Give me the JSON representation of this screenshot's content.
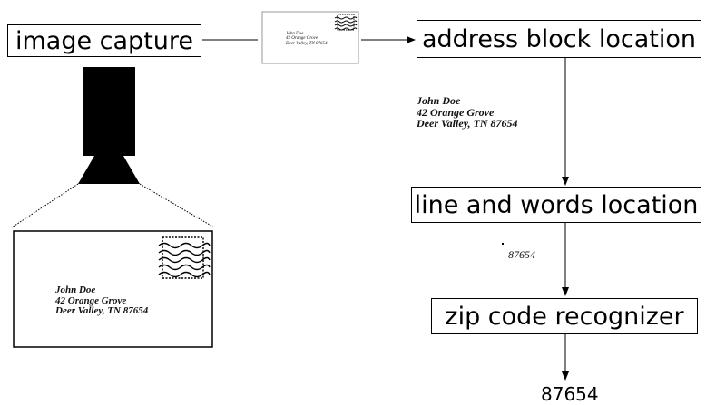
{
  "steps": {
    "capture": "image capture",
    "address_block": "address block location",
    "line_words": "line and words location",
    "zip_recognizer": "zip code recognizer"
  },
  "address": {
    "name": "John Doe",
    "street": "42 Orange Grove",
    "city": "Deer Valley, TN  87654"
  },
  "zip_crop": "87654",
  "output": "87654"
}
